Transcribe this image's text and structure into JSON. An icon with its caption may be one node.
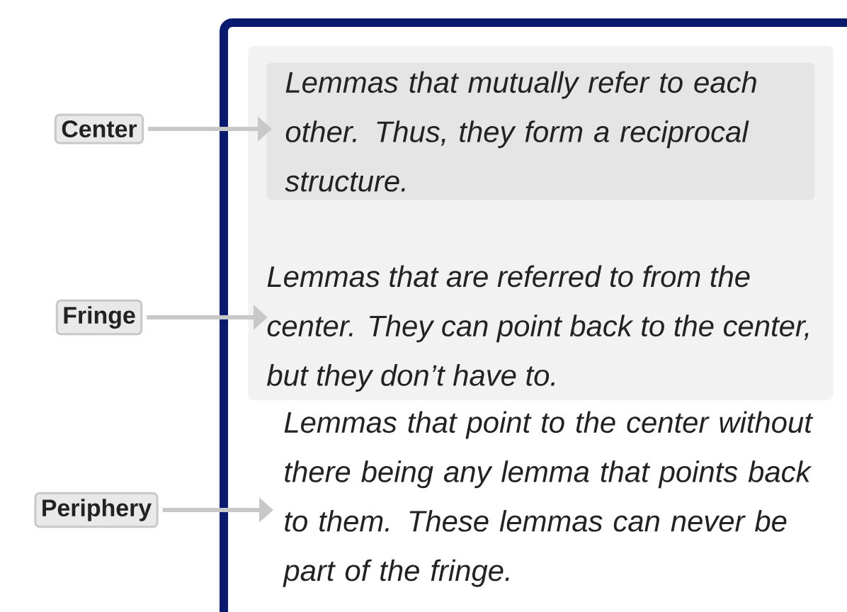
{
  "diagram": {
    "nodes": [
      {
        "text": [
          "Center"
        ]
      },
      {
        "text": [
          "Lemmas that are referred to from the center. They can point back to the center, but they don’t have to."
        ]
      },
      {
        "text": [
          "Lemmas that mutually refer to each other. Thus, they form a reciprocal structure."
        ],
        "in": 1
      },
      {
        "text": [
          "Fringe"
        ]
      },
      {
        "text": [
          "Periphery"
        ]
      },
      {
        "text": [
          "Lemmas that point to the center without there being any lemma that points back to them. These lemmas can never be part of the fringe."
        ]
      }
    ],
    "edges": [
      {
        "from": 0,
        "to": 2,
        "arrow": "to"
      },
      {
        "from": 3,
        "to": 1,
        "arrow": "to"
      },
      {
        "from": 4,
        "to": 5,
        "arrow": "to"
      }
    ]
  }
}
